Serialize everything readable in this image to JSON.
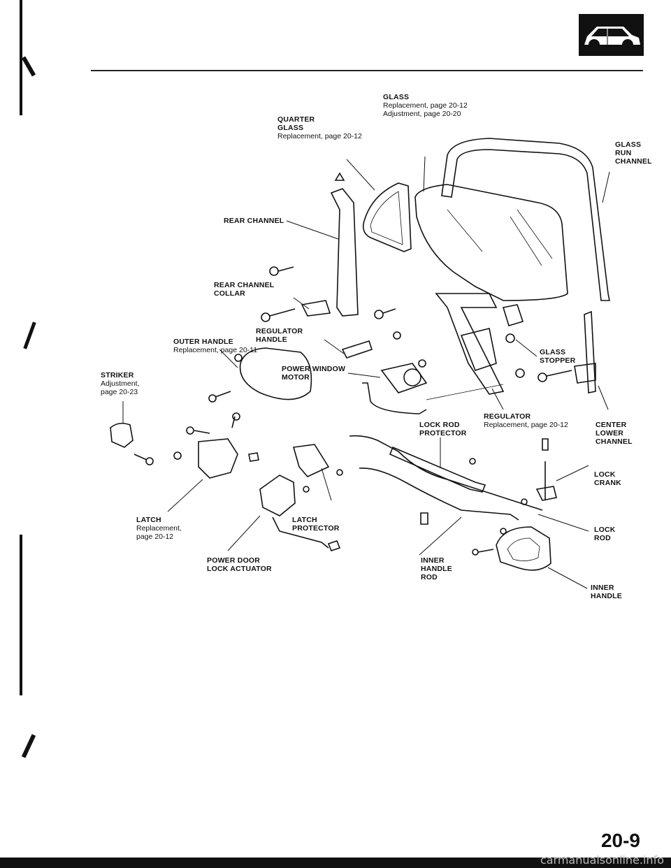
{
  "header": {
    "icon": "car-body-icon"
  },
  "page_number": "20-9",
  "watermark": "carmanualsonline.info",
  "labels": {
    "glass": {
      "title": "GLASS",
      "lines": [
        "Replacement, page 20-12",
        "Adjustment, page 20-20"
      ]
    },
    "quarter_glass": {
      "title1": "QUARTER",
      "title2": "GLASS",
      "lines": [
        "Replacement, page 20-12"
      ]
    },
    "glass_run_channel": {
      "t1": "GLASS",
      "t2": "RUN",
      "t3": "CHANNEL"
    },
    "rear_channel": {
      "title": "REAR CHANNEL"
    },
    "rear_channel_collar": {
      "t1": "REAR CHANNEL",
      "t2": "COLLAR"
    },
    "regulator_handle": {
      "t1": "REGULATOR",
      "t2": "HANDLE"
    },
    "outer_handle": {
      "title": "OUTER HANDLE",
      "lines": [
        "Replacement, page 20-11"
      ]
    },
    "glass_stopper": {
      "t1": "GLASS",
      "t2": "STOPPER"
    },
    "striker": {
      "title": "STRIKER",
      "lines": [
        "Adjustment,",
        "page 20-23"
      ]
    },
    "power_window_motor": {
      "t1": "POWER WINDOW",
      "t2": "MOTOR"
    },
    "regulator": {
      "title": "REGULATOR",
      "lines": [
        "Replacement, page 20-12"
      ]
    },
    "lock_rod_protector": {
      "t1": "LOCK ROD",
      "t2": "PROTECTOR"
    },
    "center_lower_channel": {
      "t1": "CENTER",
      "t2": "LOWER",
      "t3": "CHANNEL"
    },
    "lock_crank": {
      "t1": "LOCK",
      "t2": "CRANK"
    },
    "latch": {
      "title": "LATCH",
      "lines": [
        "Replacement,",
        "page 20-12"
      ]
    },
    "latch_protector": {
      "t1": "LATCH",
      "t2": "PROTECTOR"
    },
    "lock_rod": {
      "t1": "LOCK",
      "t2": "ROD"
    },
    "power_door_lock_actuator": {
      "t1": "POWER DOOR",
      "t2": "LOCK ACTUATOR"
    },
    "inner_handle_rod": {
      "t1": "INNER",
      "t2": "HANDLE",
      "t3": "ROD"
    },
    "inner_handle": {
      "t1": "INNER",
      "t2": "HANDLE"
    }
  }
}
